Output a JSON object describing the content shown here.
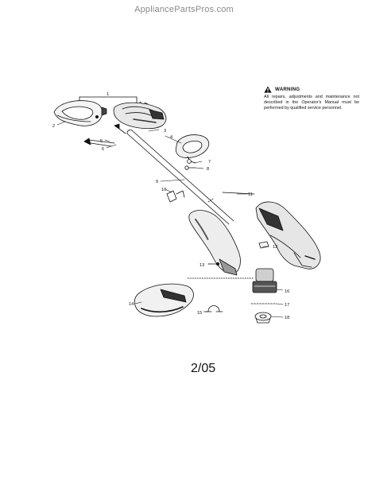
{
  "watermark": "AppliancePartsPros.com",
  "warning": {
    "title": "WARNING",
    "body": "All repairs, adjustments and maintenance not described in the Operator's Manual must be performed by qualified service personnel."
  },
  "date_code": "2/05",
  "callouts": [
    "1",
    "2",
    "3",
    "4",
    "5",
    "6",
    "7",
    "8",
    "9",
    "10",
    "11",
    "12",
    "13",
    "14",
    "15",
    "16",
    "17",
    "18"
  ]
}
